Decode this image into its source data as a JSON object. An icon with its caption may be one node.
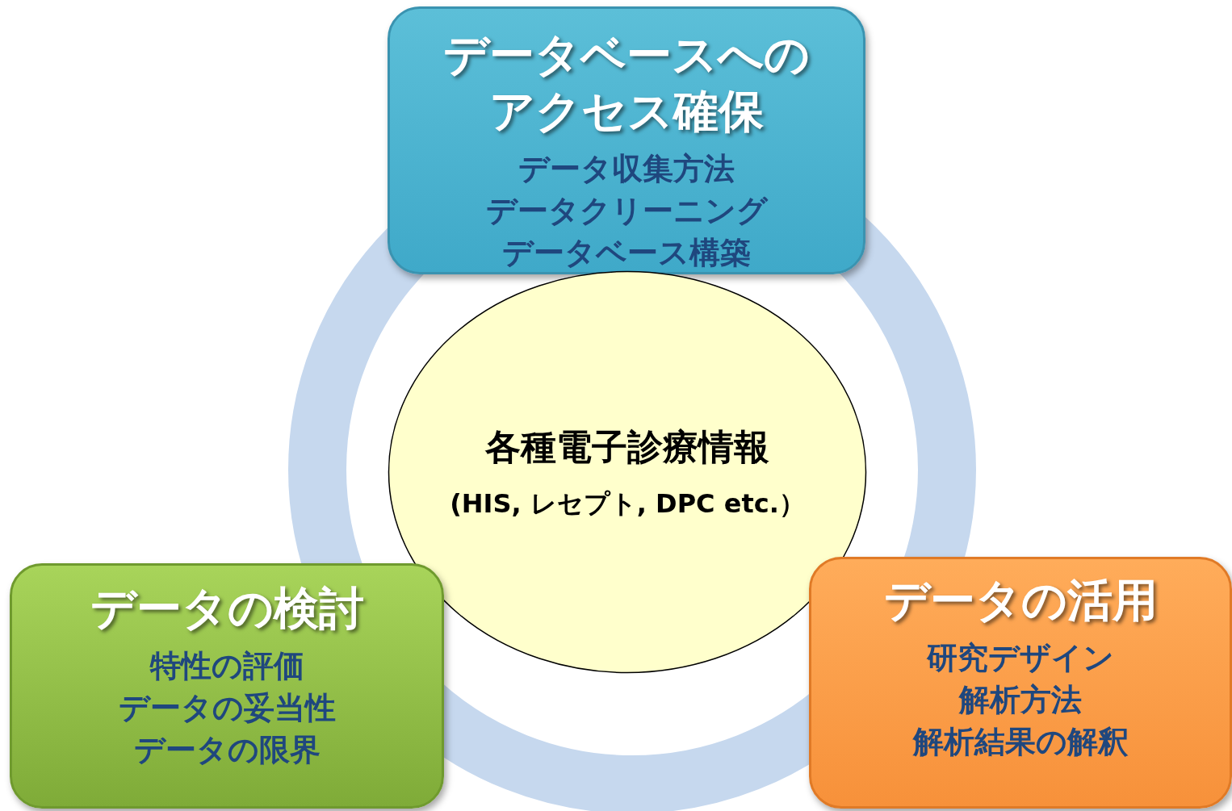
{
  "diagram": {
    "nodes": [
      {
        "text": [
          "データベースへのアクセス確保",
          "データ収集方法",
          "データクリーニング",
          "データベース構築"
        ]
      },
      {
        "text": [
          "各種電子診療情報",
          "(HIS, レセプト, DPC etc.）"
        ]
      },
      {
        "text": [
          "データの検討",
          "特性の評価",
          "データの妥当性",
          "データの限界"
        ]
      },
      {
        "text": [
          "データの活用",
          "研究デザイン",
          "解析方法",
          "解析結果の解釈"
        ]
      }
    ]
  }
}
